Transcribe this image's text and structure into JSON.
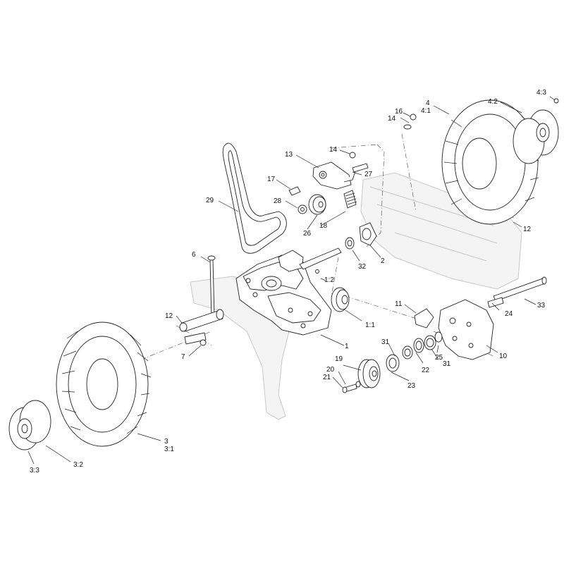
{
  "callouts": {
    "c1": "1",
    "c1_1": "1:1",
    "c1_2": "1:2",
    "c2": "2",
    "c3": "3",
    "c3_1": "3:1",
    "c3_2": "3:2",
    "c3_3": "3:3",
    "c4": "4",
    "c4_1": "4:1",
    "c4_2": "4:2",
    "c4_3": "4:3",
    "c6": "6",
    "c7": "7",
    "c10": "10",
    "c11": "11",
    "c12a": "12",
    "c12b": "12",
    "c13": "13",
    "c14a": "14",
    "c14b": "14",
    "c16": "16",
    "c17": "17",
    "c18": "18",
    "c19": "19",
    "c20": "20",
    "c21": "21",
    "c22": "22",
    "c23": "23",
    "c24": "24",
    "c25": "25",
    "c26": "26",
    "c27": "27",
    "c28": "28",
    "c29": "29",
    "c31a": "31",
    "c31b": "31",
    "c32": "32",
    "c33": "33"
  }
}
